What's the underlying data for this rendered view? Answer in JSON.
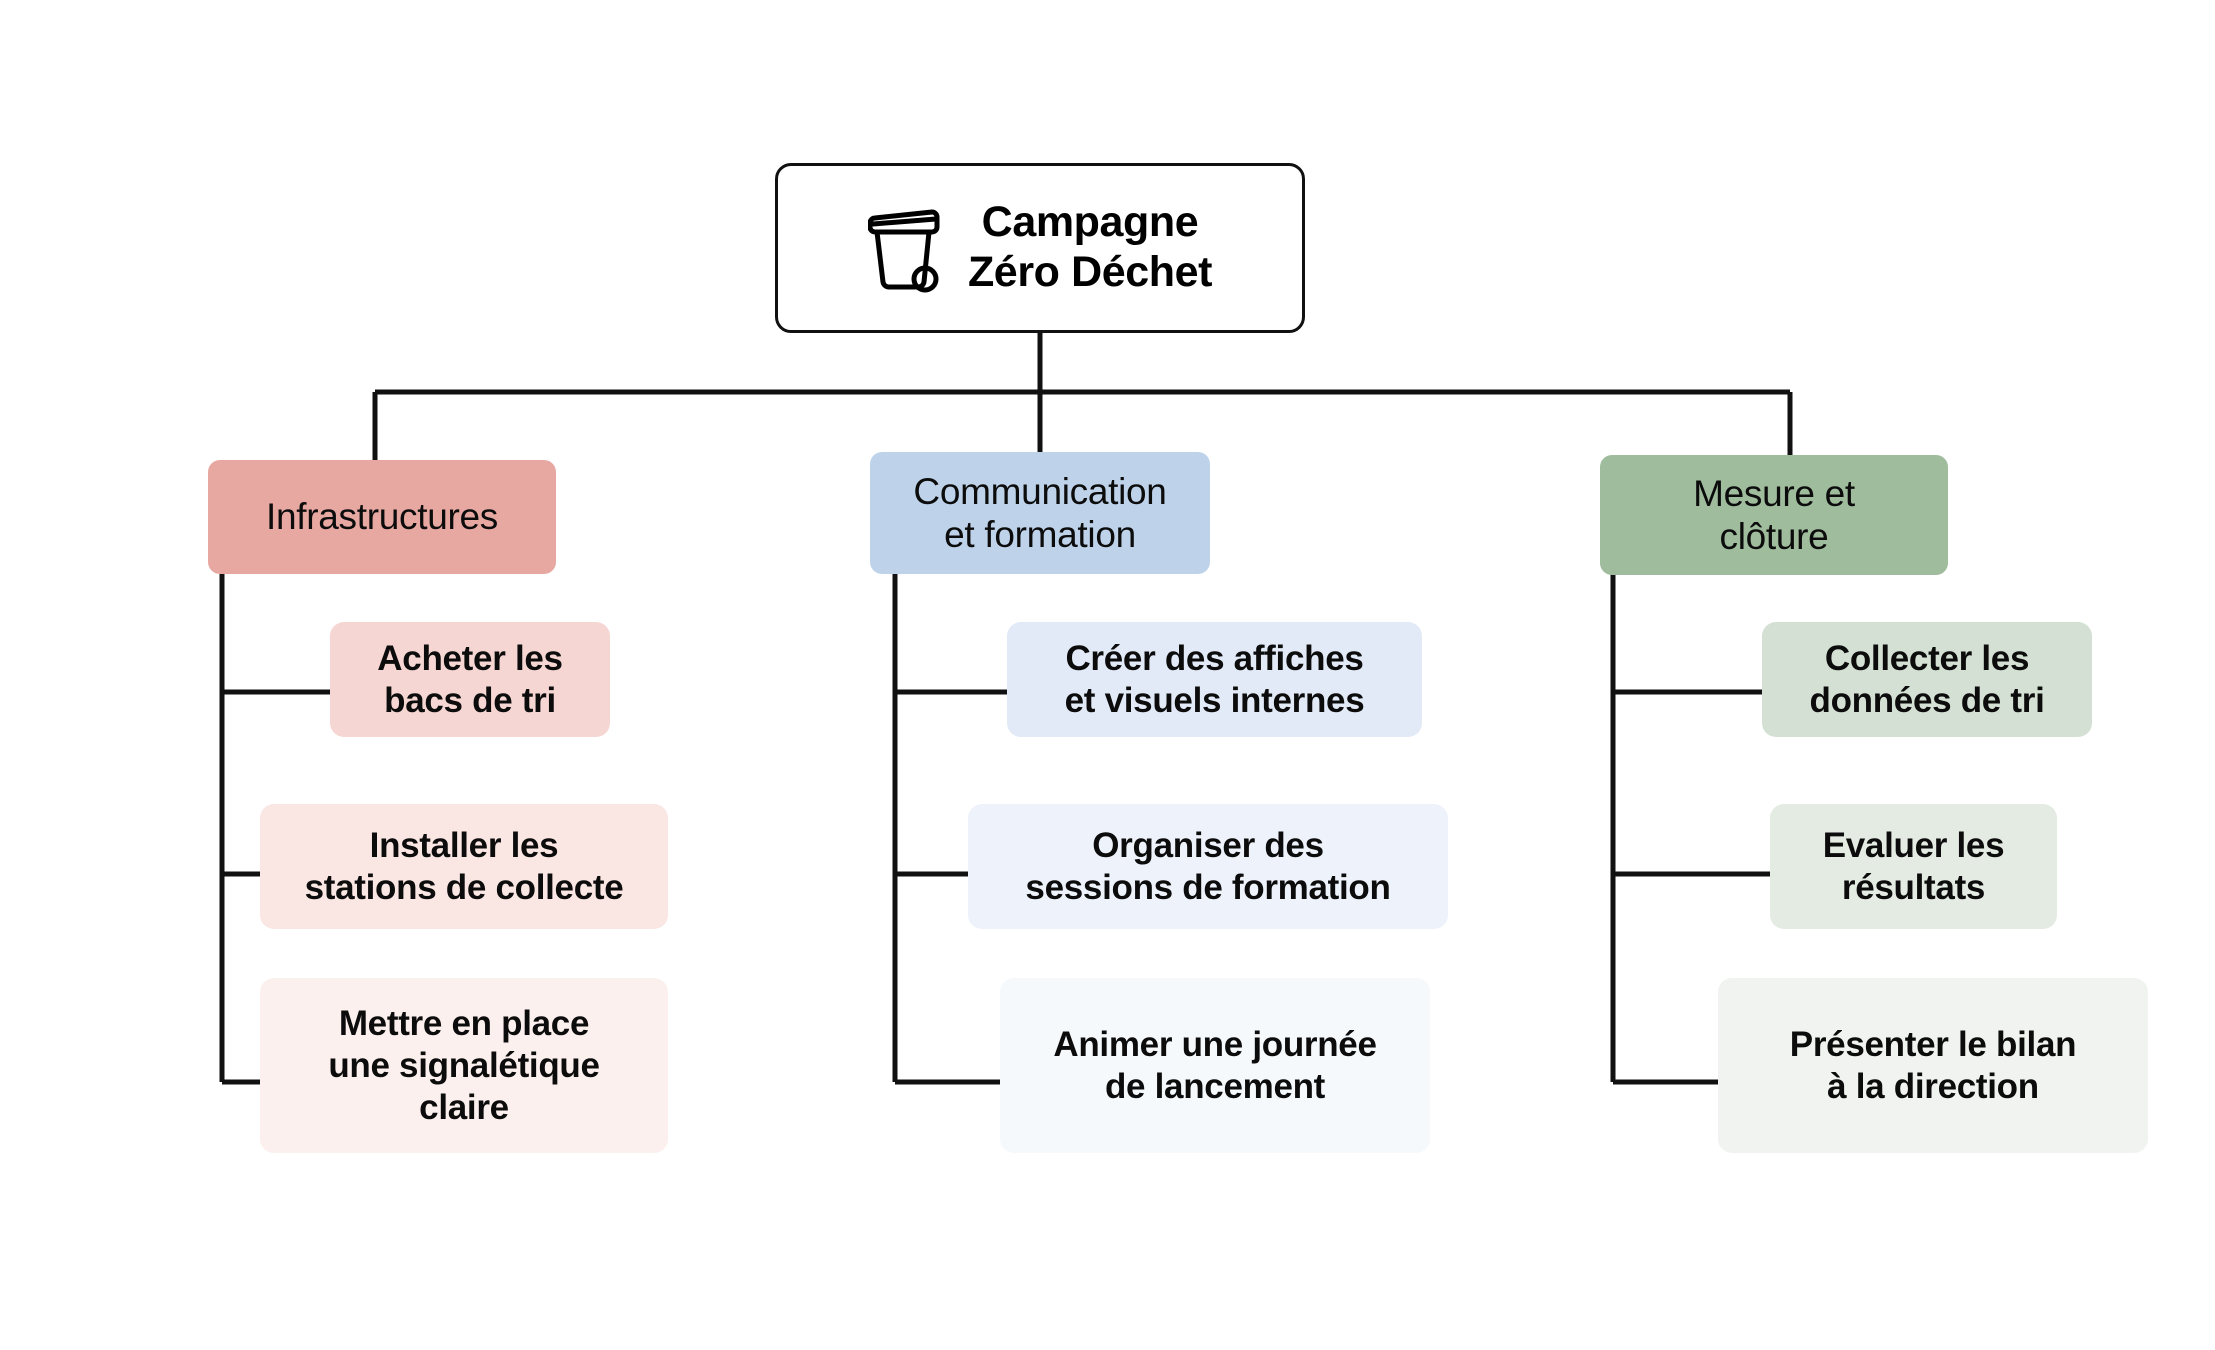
{
  "diagram": {
    "title": "Campagne Zéro Déchet",
    "root": {
      "label": "Campagne\nZéro Déchet",
      "icon": "trash-bin-icon",
      "border_color": "#111111",
      "background": "#ffffff"
    },
    "line_color": "#111111",
    "branches": [
      {
        "id": "infrastructures",
        "label": "Infrastructures",
        "header_color": "#e8a8a2",
        "children": [
          {
            "label": "Acheter les\nbacs de tri",
            "color": "#f5d6d2"
          },
          {
            "label": "Installer les\nstations de collecte",
            "color": "#fae6e3"
          },
          {
            "label": "Mettre en place\nune signalétique\nclaire",
            "color": "#fcf0ee"
          }
        ]
      },
      {
        "id": "communication-et-formation",
        "label": "Communication\net formation",
        "header_color": "#bed3ea",
        "children": [
          {
            "label": "Créer des affiches\net visuels internes",
            "color": "#e2eaf7"
          },
          {
            "label": "Organiser des\nsessions de formation",
            "color": "#eef3fb"
          },
          {
            "label": "Animer une journée\nde lancement",
            "color": "#f5f9fc"
          }
        ]
      },
      {
        "id": "mesure-et-cloture",
        "label": "Mesure et\nclôture",
        "header_color": "#9fbc9d",
        "children": [
          {
            "label": "Collecter les\ndonnées de tri",
            "color": "#d3e0d3"
          },
          {
            "label": "Evaluer les\nrésultats",
            "color": "#e4ebe3"
          },
          {
            "label": "Présenter le bilan\nà la direction",
            "color": "#f1f3f0"
          }
        ]
      }
    ]
  }
}
